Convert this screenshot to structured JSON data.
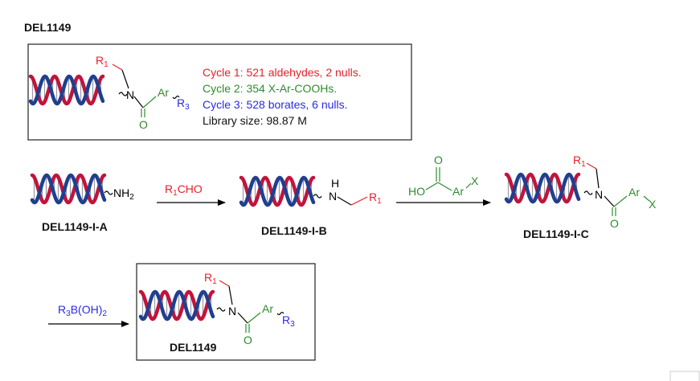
{
  "title": "DEL1149",
  "colors": {
    "red": "#e8202a",
    "green": "#2e8b2e",
    "blue": "#2a2ae8",
    "helix_red": "#c0143c",
    "helix_blue": "#1f3f8f",
    "black": "#000000"
  },
  "summary": {
    "cycle1": "Cycle 1: 521 aldehydes, 2 nulls.",
    "cycle2": "Cycle 2: 354 X-Ar-COOHs.",
    "cycle3": "Cycle 3: 528 borates, 6 nulls.",
    "size": "Library size: 98.87 M"
  },
  "atoms": {
    "N": "N",
    "NH": "H",
    "NH2": "NH",
    "two": "2",
    "R": "R",
    "one": "1",
    "three": "3",
    "Ar": "Ar",
    "O": "O",
    "X": "X",
    "HO": "HO"
  },
  "compounds": {
    "a": "DEL1149-I-A",
    "b": "DEL1149-I-B",
    "c": "DEL1149-I-C",
    "final": "DEL1149"
  },
  "reagents": {
    "step1_R": "R",
    "step1_sub": "1",
    "step1_rest": "CHO",
    "step3_R": "R",
    "step3_sub": "3",
    "step3_rest": "B(OH)",
    "step3_sub2": "2"
  }
}
